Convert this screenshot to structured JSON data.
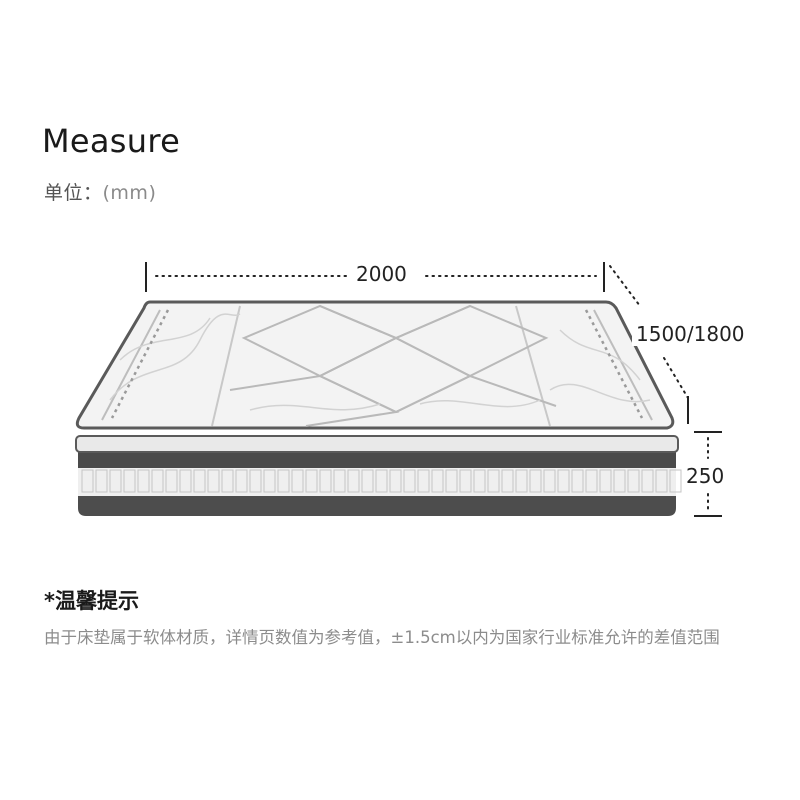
{
  "header": {
    "title": "Measure",
    "unit_label": "单位：",
    "unit_value": "(mm)"
  },
  "dimensions": {
    "length": "2000",
    "width": "1500/1800",
    "height": "250"
  },
  "notice": {
    "title": "*温馨提示",
    "body": "由于床垫属于软体材质，详情页数值为参考值，±1.5cm以内为国家行业标准允许的差值范围"
  },
  "colors": {
    "mattress_top": "#f2f2f2",
    "quilt_line": "#c9c9c9",
    "border_dark": "#4a4a4a",
    "border_light": "#ededed"
  }
}
